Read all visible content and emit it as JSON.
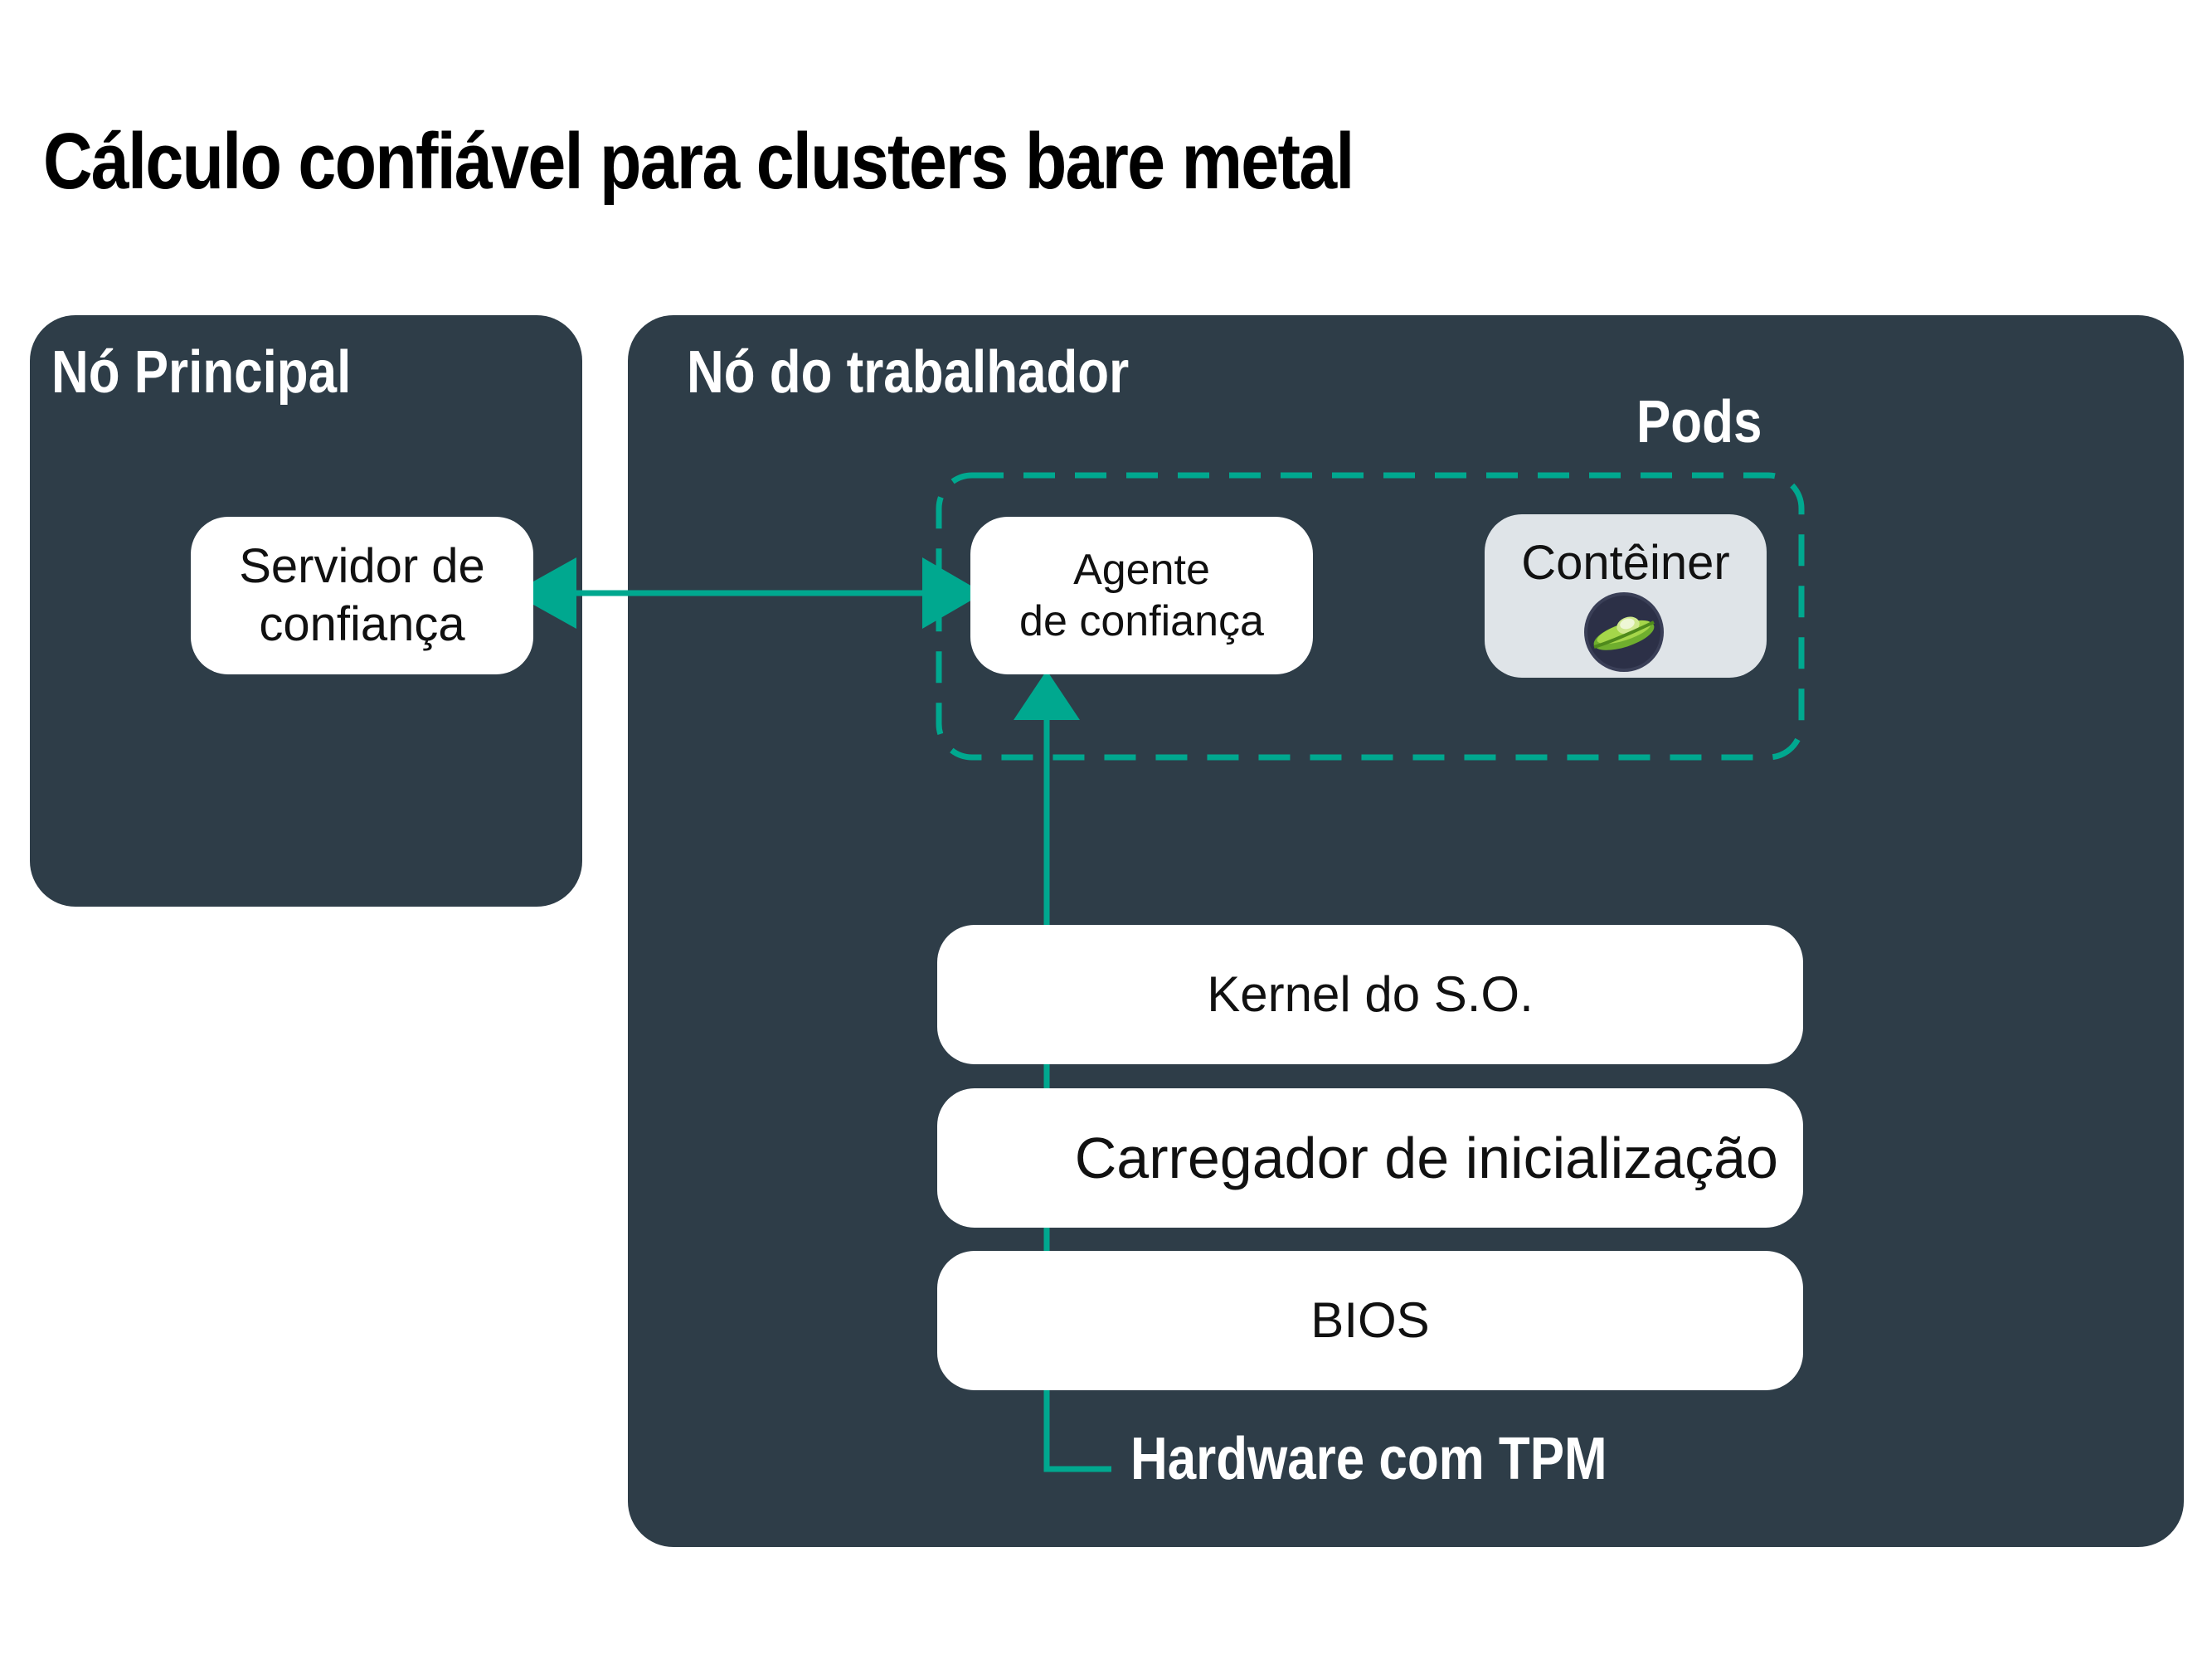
{
  "title": "Cálculo confiável para clusters bare metal",
  "main_node": {
    "label": "Nó Principal",
    "trust_server": {
      "line1": "Servidor de",
      "line2": "confiança"
    }
  },
  "worker_node": {
    "label": "Nó do trabalhador",
    "pods": {
      "label": "Pods",
      "trust_agent": {
        "line1": "Agente",
        "line2": "de confiança"
      },
      "container": {
        "label": "Contêiner",
        "icon": "container-runtime-icon"
      }
    },
    "layers": {
      "kernel": "Kernel do S.O.",
      "bootloader": "Carregador de inicialização",
      "bios": "BIOS"
    },
    "hardware_label": "Hardware com TPM"
  },
  "colors": {
    "node_background": "#2e3d48",
    "accent": "#00a88f",
    "container_background": "#dfe4e8",
    "box_background": "#ffffff"
  }
}
